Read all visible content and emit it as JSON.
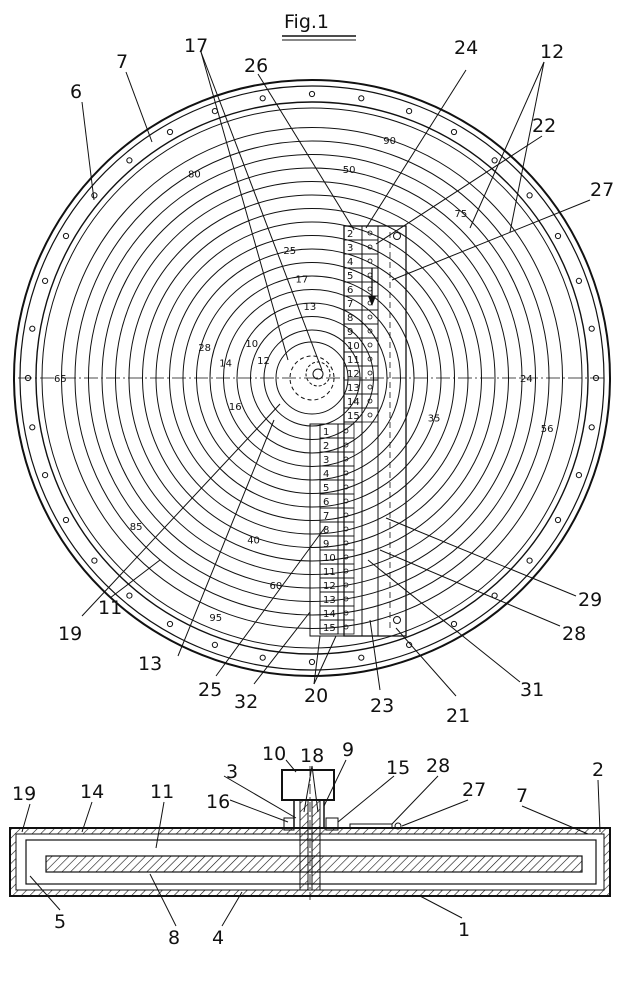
{
  "figure": {
    "title": "Fig.1"
  },
  "callouts": {
    "top": [
      "17",
      "26",
      "24",
      "12",
      "7",
      "6",
      "22",
      "27"
    ],
    "right": [
      "29",
      "28",
      "31"
    ],
    "left": [
      "19",
      "11",
      "13"
    ],
    "bottom": [
      "25",
      "32",
      "20",
      "23",
      "21"
    ]
  },
  "section": {
    "top_callouts": [
      "19",
      "14",
      "11",
      "3",
      "10",
      "18",
      "9",
      "28",
      "16",
      "15",
      "27",
      "7",
      "2"
    ],
    "bottom_callouts": [
      "5",
      "8",
      "4",
      "1"
    ]
  },
  "scale_numbers": {
    "upper": [
      "2",
      "3",
      "4",
      "5",
      "6",
      "7",
      "8",
      "9",
      "10",
      "11",
      "12",
      "13",
      "14",
      "15"
    ],
    "lower": [
      "1",
      "2",
      "3",
      "4",
      "5",
      "6",
      "7",
      "8",
      "9",
      "10",
      "11",
      "12",
      "13",
      "14",
      "15"
    ]
  },
  "ring_labels": [
    "90",
    "50",
    "75",
    "80",
    "25",
    "17",
    "13",
    "65",
    "14",
    "24",
    "35",
    "56",
    "28",
    "12",
    "10",
    "16",
    "85",
    "40",
    "60",
    "95"
  ]
}
